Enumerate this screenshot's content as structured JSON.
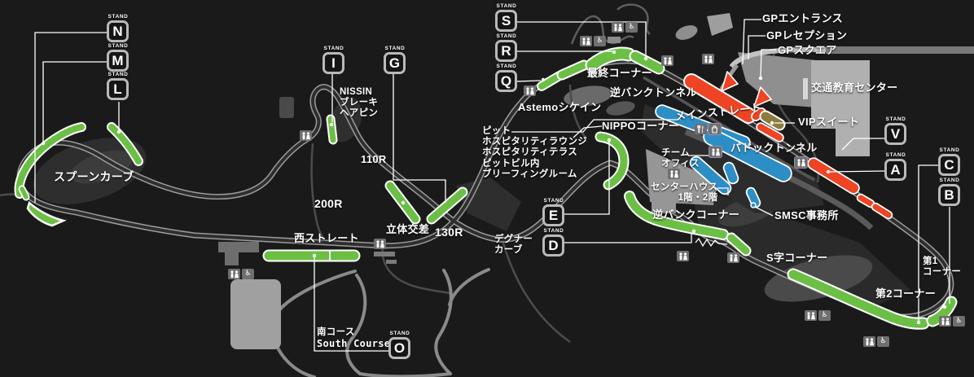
{
  "colors": {
    "stand_green": "#6cbf45",
    "stand_red": "#ee4424",
    "pit_blue": "#2d8ec6",
    "vip_khaki": "#8e7b3d",
    "track_gray": "#9c9c9c"
  },
  "stand_word": "STAND",
  "stands": {
    "N": "N",
    "M": "M",
    "L": "L",
    "I": "I",
    "G": "G",
    "S": "S",
    "R": "R",
    "Q": "Q",
    "E": "E",
    "D": "D",
    "O": "O",
    "V": "V",
    "A": "A",
    "C": "C",
    "B": "B"
  },
  "labels": {
    "spoon": "スプーンカーブ",
    "west_straight": "西ストレート",
    "r200": "200R",
    "r110": "110R",
    "r130": "130R",
    "crossover": "立体交差",
    "nissin1": "NISSIN",
    "nissin2": "ブレーキ",
    "nissin3": "ヘアピン",
    "astemo": "Astemoシケイン",
    "final_corner": "最終コーナー",
    "reverse_bank_tunnel": "逆バンクトンネル",
    "main_straight": "メインストレート",
    "nippo": "NIPPOコーナー",
    "pit1": "ピット",
    "pit2": "ホスピタリティラウンジ",
    "pit3": "ホスピタリティテラス",
    "pit4": "ピットビル内",
    "pit5": "ブリーフィングルーム",
    "gp_entrance": "GPエントランス",
    "gp_reception": "GPレセプション",
    "gp_square": "GPスクエア",
    "traffic_center": "交通教育センター",
    "vip_suite": "VIPスイート",
    "paddock_tunnel": "パドックトンネル",
    "team1": "チーム",
    "team2": "オフィス",
    "center1": "センターハウス",
    "center2": "1階・2階",
    "smsc": "SMSC事務所",
    "reverse_bank_corner": "逆バンクコーナー",
    "s_curves": "S字コーナー",
    "degner1": "デグナー",
    "degner2": "カーブ",
    "turn1a": "第1",
    "turn1b": "コーナー",
    "turn2": "第2コーナー",
    "south1": "南コース",
    "south2": "South Course"
  }
}
